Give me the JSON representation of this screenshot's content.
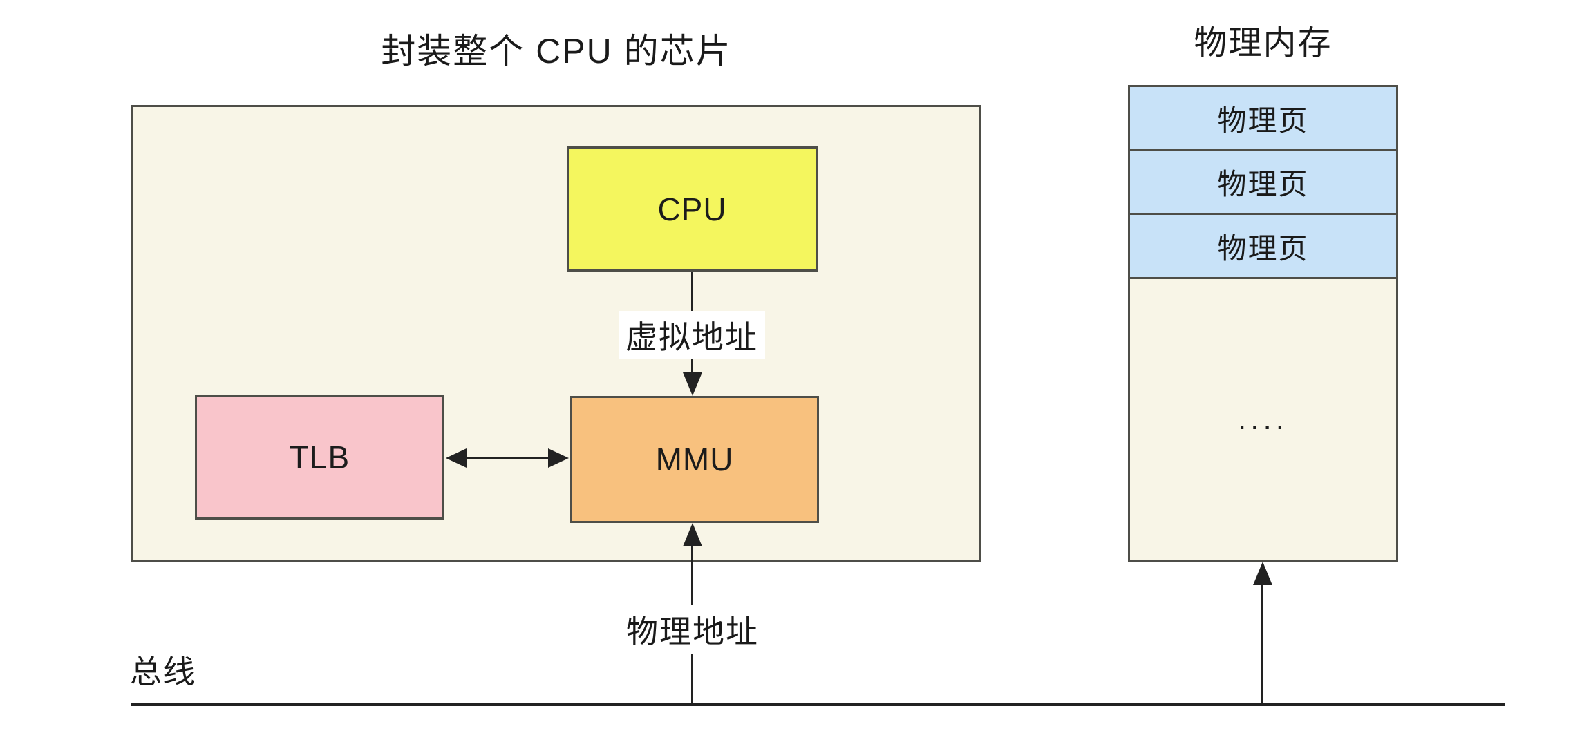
{
  "diagram": {
    "chip": {
      "title": "封装整个 CPU 的芯片",
      "cpu_label": "CPU",
      "tlb_label": "TLB",
      "mmu_label": "MMU"
    },
    "labels": {
      "virtual_address": "虚拟地址",
      "physical_address": "物理地址",
      "bus": "总线"
    },
    "memory": {
      "title": "物理内存",
      "pages": [
        "物理页",
        "物理页",
        "物理页"
      ],
      "ellipsis": "...."
    },
    "connections": [
      {
        "from": "CPU",
        "to": "MMU",
        "label": "虚拟地址",
        "type": "arrow-down"
      },
      {
        "from": "TLB",
        "to": "MMU",
        "label": "",
        "type": "double-arrow"
      },
      {
        "from": "总线",
        "to": "MMU",
        "label": "物理地址",
        "type": "arrow-up"
      },
      {
        "from": "总线",
        "to": "物理内存",
        "label": "",
        "type": "arrow-up"
      }
    ],
    "colors": {
      "chip_bg": "#f8f5e7",
      "cpu_bg": "#f4f65e",
      "tlb_bg": "#f9c5cb",
      "mmu_bg": "#f8c17e",
      "page_bg": "#c8e2f8",
      "border": "#4e4e48",
      "line": "#222222"
    }
  }
}
